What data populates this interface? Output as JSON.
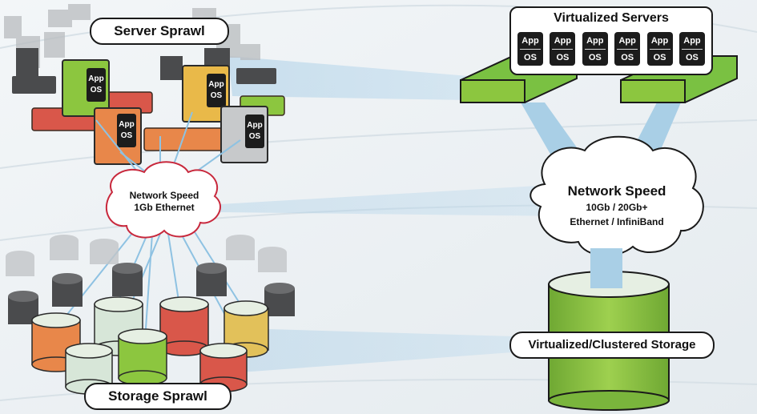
{
  "labels": {
    "server_sprawl": "Server Sprawl",
    "storage_sprawl": "Storage Sprawl",
    "virtualized_servers": "Virtualized Servers",
    "virtualized_storage": "Virtualized/Clustered Storage"
  },
  "left_cloud": {
    "line1": "Network Speed",
    "line2": "1Gb Ethernet"
  },
  "right_cloud": {
    "title": "Network Speed",
    "line1": "10Gb / 20Gb+",
    "line2": "Ethernet / InfiniBand"
  },
  "vm_tiles": [
    {
      "app": "App",
      "os": "OS"
    },
    {
      "app": "App",
      "os": "OS"
    },
    {
      "app": "App",
      "os": "OS"
    },
    {
      "app": "App",
      "os": "OS"
    },
    {
      "app": "App",
      "os": "OS"
    },
    {
      "app": "App",
      "os": "OS"
    }
  ],
  "server_tower_label": {
    "app": "App",
    "os": "OS"
  },
  "colors": {
    "background": "#eef2f5",
    "network_link": "#a9cfe6",
    "server_green": "#7ac142",
    "storage_green": "#8cc63f",
    "storage_orange": "#e8874a",
    "storage_red": "#d9574a",
    "storage_yellow": "#e2c15a",
    "tower_gray": "#c7c9cb",
    "tower_orange": "#e8874a",
    "tower_yellow": "#e9b949"
  }
}
